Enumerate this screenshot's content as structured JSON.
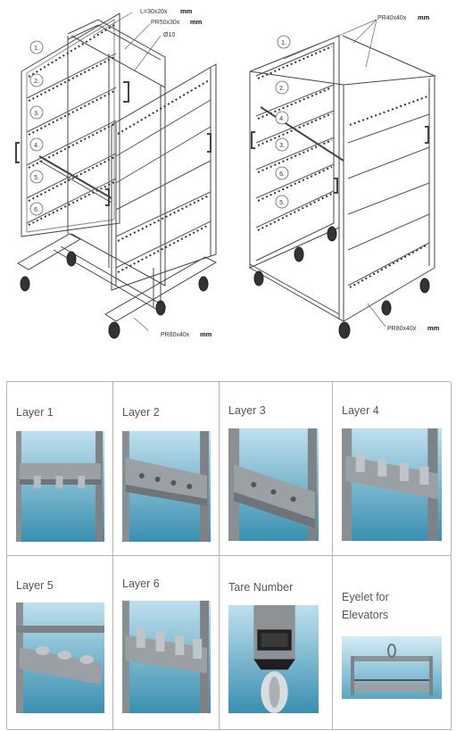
{
  "drawing": {
    "left_rack": {
      "dimensions": [
        {
          "text": "L=30x20x",
          "unit": "mm"
        },
        {
          "text": "PR50x30x",
          "unit": "mm"
        },
        {
          "text": "Ø10",
          "unit": ""
        }
      ],
      "layer_numbers": [
        "1.",
        "2.",
        "3.",
        "4.",
        "5.",
        "6."
      ],
      "base": {
        "text": "PR80x40x",
        "unit": "mm"
      }
    },
    "right_rack": {
      "dimensions": [
        {
          "text": "PR40x40x",
          "unit": "mm"
        }
      ],
      "layer_numbers": [
        "1.",
        "2.",
        "4.",
        "3.",
        "6.",
        "5."
      ],
      "base": {
        "text": "PR80x40x",
        "unit": "mm"
      }
    }
  },
  "grid": {
    "cells": [
      {
        "label": "Layer 1"
      },
      {
        "label": "Layer 2"
      },
      {
        "label": "Layer 3"
      },
      {
        "label": "Layer 4"
      },
      {
        "label": "Layer 5"
      },
      {
        "label": "Layer 6"
      },
      {
        "label": "Tare Number"
      },
      {
        "label": "Eyelet for Elevators"
      }
    ]
  },
  "colors": {
    "photo_sky": "#8fc6dd",
    "photo_deep": "#2f86a8",
    "metal": "#8d9296",
    "grid_border": "#b4b4b4"
  }
}
